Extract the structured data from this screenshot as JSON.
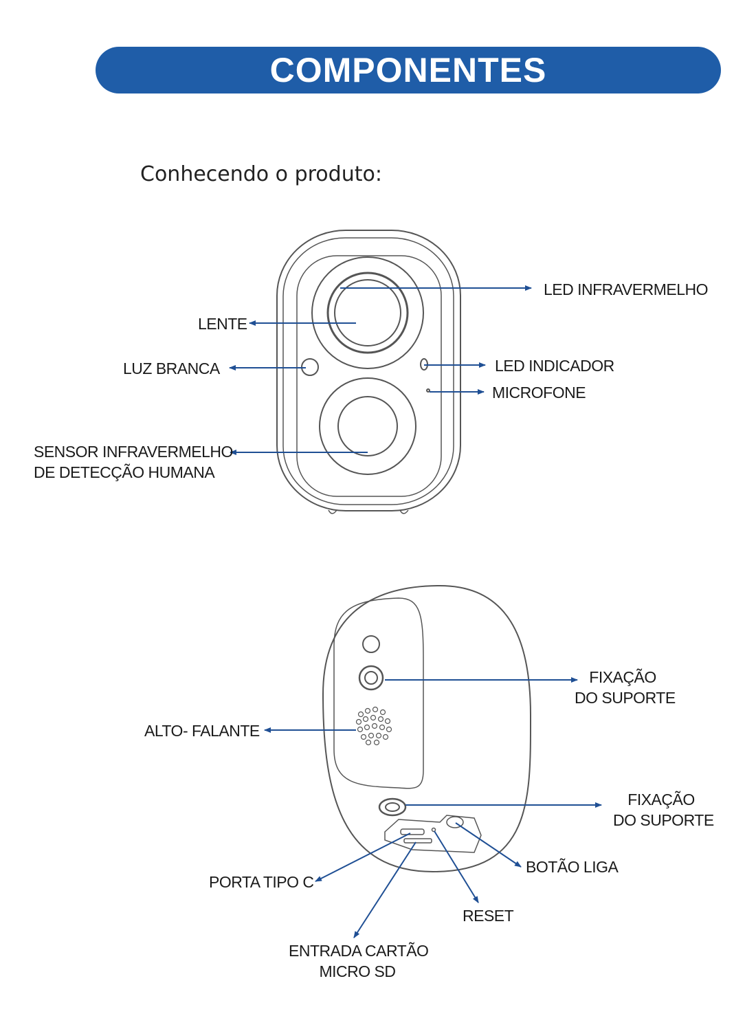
{
  "header": {
    "title": "COMPONENTES",
    "accent_color": "#1f5da8"
  },
  "subtitle": "Conhecendo o produto:",
  "front_labels": {
    "led_infravermelho": "LED INFRAVERMELHO",
    "lente": "LENTE",
    "luz_branca": "LUZ BRANCA",
    "led_indicador": "LED INDICADOR",
    "microfone": "MICROFONE",
    "sensor_line1": "SENSOR INFRAVERMELHO",
    "sensor_line2": "DE DETECÇÃO HUMANA"
  },
  "back_labels": {
    "fixacao1_line1": "FIXAÇÃO",
    "fixacao1_line2": "DO SUPORTE",
    "alto_falante": "ALTO- FALANTE",
    "fixacao2_line1": "FIXAÇÃO",
    "fixacao2_line2": "DO SUPORTE",
    "botao_liga": "BOTÃO LIGA",
    "porta_tipo_c": "PORTA TIPO C",
    "reset": "RESET",
    "cartao_line1": "ENTRADA CARTÃO",
    "cartao_line2": "MICRO SD"
  },
  "colors": {
    "arrow": "#1f4f94",
    "outline": "#555555"
  }
}
